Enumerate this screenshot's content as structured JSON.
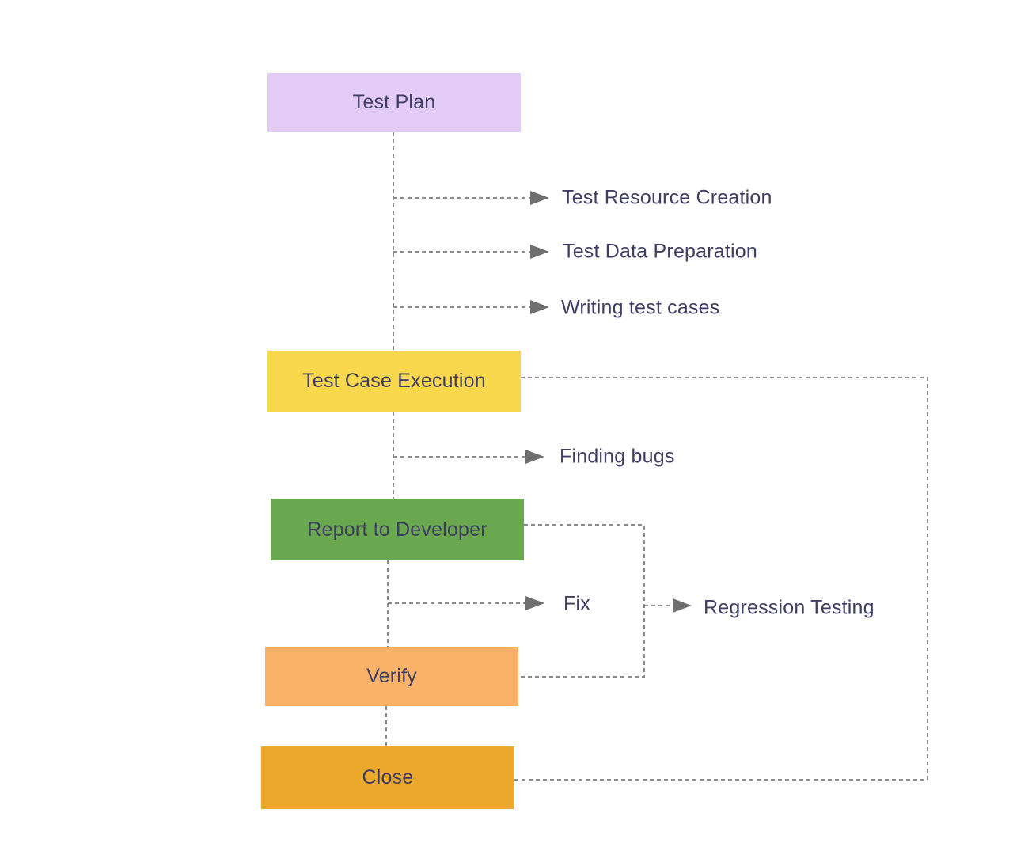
{
  "colors": {
    "background": "#ffffff",
    "text": "#3f3d63",
    "line": "#8a8a8a",
    "arrow": "#6f6f6f"
  },
  "nodes": [
    {
      "id": "test-plan",
      "label": "Test Plan",
      "color": "#e3cbf8"
    },
    {
      "id": "test-case-execution",
      "label": "Test Case Execution",
      "color": "#f9d84e"
    },
    {
      "id": "report-to-developer",
      "label": "Report to Developer",
      "color": "#6aa84f"
    },
    {
      "id": "verify",
      "label": "Verify",
      "color": "#f9b267"
    },
    {
      "id": "close",
      "label": "Close",
      "color": "#eaa92a"
    }
  ],
  "branch_labels": [
    {
      "label": "Test Resource Creation"
    },
    {
      "label": "Test Data Preparation"
    },
    {
      "label": "Writing test cases"
    },
    {
      "label": "Finding bugs"
    },
    {
      "label": "Fix"
    },
    {
      "label": "Regression Testing"
    }
  ]
}
